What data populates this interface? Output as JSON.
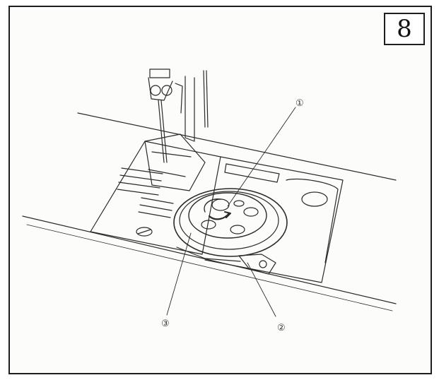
{
  "figure": {
    "number": "8",
    "callouts": [
      {
        "id": "callout-1",
        "label": "①"
      },
      {
        "id": "callout-2",
        "label": "②"
      },
      {
        "id": "callout-3",
        "label": "③"
      }
    ]
  },
  "colors": {
    "line": "#2a2a2a",
    "background": "#fcfcfa",
    "frame": "#1e1e1e"
  }
}
